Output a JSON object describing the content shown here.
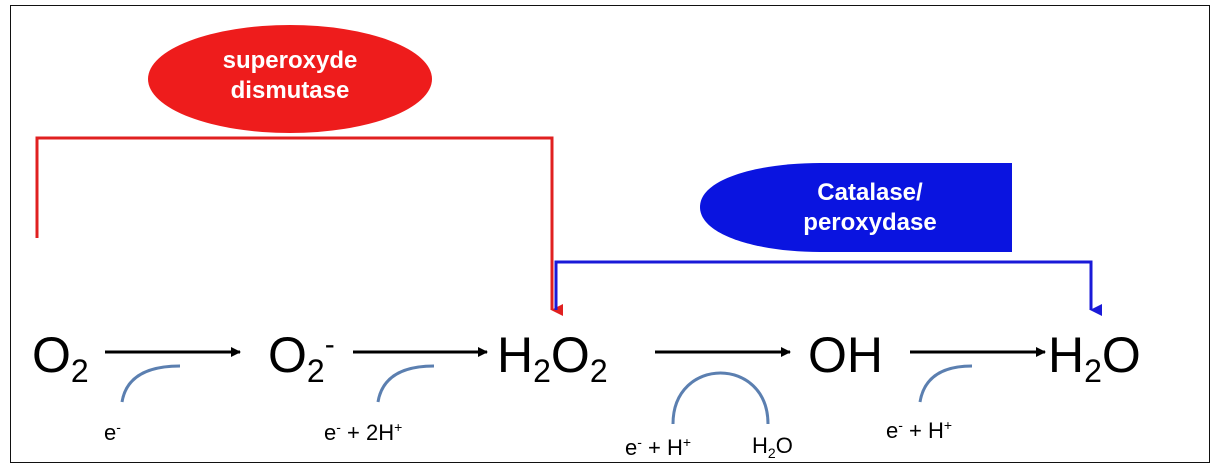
{
  "enzymes": {
    "sod": {
      "line1": "superoxyde",
      "line2": "dismutase",
      "color": "#ee1c1c"
    },
    "catalase": {
      "line1": "Catalase/",
      "line2": "peroxydase",
      "color": "#0a14e0"
    }
  },
  "species": {
    "o2": {
      "base": "O",
      "sub": "2"
    },
    "superoxide": {
      "base": "O",
      "sub": "2",
      "sup": "-"
    },
    "h2o2": {
      "base1": "H",
      "sub1": "2",
      "base2": "O",
      "sub2": "2"
    },
    "oh": {
      "base": "OH"
    },
    "water": {
      "base1": "H",
      "sub1": "2",
      "base2": "O"
    }
  },
  "cofactors": {
    "step1": {
      "text": "e",
      "sup": "-"
    },
    "step2": {
      "e": "e",
      "esup": "-",
      "rest": " + 2H",
      "hsup": "+"
    },
    "step3_in": {
      "e": "e",
      "esup": "-",
      "rest": " + H",
      "hsup": "+"
    },
    "step3_out": {
      "base1": "H",
      "sub1": "2",
      "base2": "O"
    },
    "step4": {
      "e": "e",
      "esup": "-",
      "rest": " + H",
      "hsup": "+"
    }
  },
  "colors": {
    "sod_line": "#e02020",
    "catalase_line": "#1a1ad8",
    "arrow": "#000000",
    "arc": "#5b7fb0"
  }
}
